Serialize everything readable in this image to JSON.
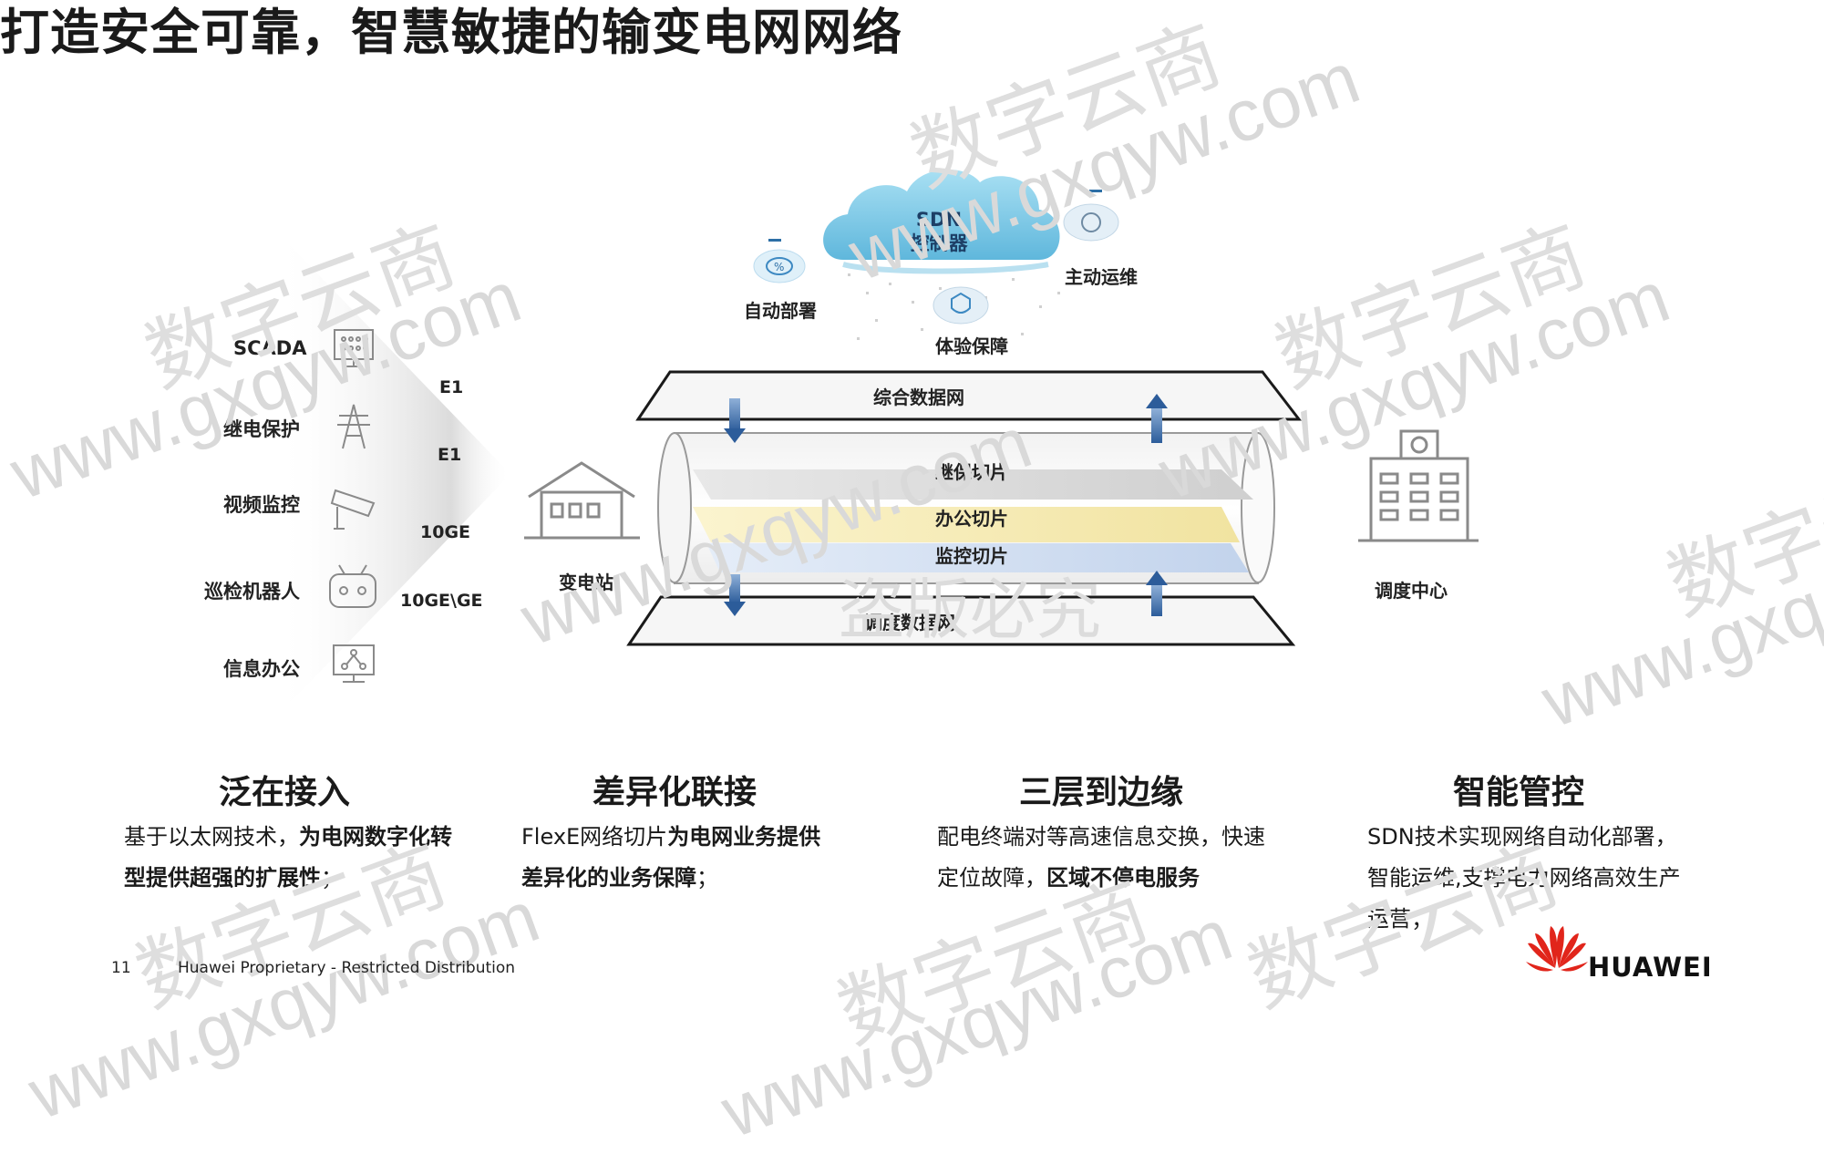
{
  "title": "打造安全可靠，智慧敏捷的输变电网网络",
  "watermarks": {
    "brand": "数字云商",
    "domain": "www.gxqyw.com",
    "domain_short": "www.gxq",
    "seal": "盗版必究"
  },
  "diagram": {
    "sdn_cloud": {
      "line1": "SDN",
      "line2": "控制器"
    },
    "auto_deploy": "自动部署",
    "proactive_om": "主动运维",
    "experience": "体验保障",
    "integrated_net": "综合数据网",
    "dispatch_net": "调度数据网",
    "slices": [
      "继保切片",
      "办公切片",
      "监控切片"
    ],
    "substation": "变电站",
    "dispatch_center": "调度中心",
    "services": [
      {
        "label": "SCADA",
        "icon": "monitor-icon"
      },
      {
        "label": "继电保护",
        "icon": "power-tower-icon"
      },
      {
        "label": "视频监控",
        "icon": "camera-icon"
      },
      {
        "label": "巡检机器人",
        "icon": "robot-icon"
      },
      {
        "label": "信息办公",
        "icon": "office-screen-icon"
      }
    ],
    "interfaces": [
      "E1",
      "E1",
      "10GE",
      "10GE\\GE"
    ]
  },
  "features": [
    {
      "title": "泛在接入",
      "text_plain": "基于以太网技术，",
      "text_bold": "为电网数字化转型提供超强的扩展性",
      "text_tail": "；"
    },
    {
      "title": "差异化联接",
      "text_plain": "FlexE网络切片",
      "text_bold": "为电网业务提供差异化的业务保障",
      "text_tail": "；"
    },
    {
      "title": "三层到边缘",
      "text_plain": "配电终端对等高速信息交换，快速定位故障，",
      "text_bold": "区域不停电服务",
      "text_tail": ""
    },
    {
      "title": "智能管控",
      "text_plain": "SDN技术实现网络自动化部署，智能运维,支撑电力网络高效生产运营；",
      "text_bold": "",
      "text_tail": ""
    }
  ],
  "footer": {
    "page": "11",
    "classification": "Huawei Proprietary - Restricted Distribution",
    "brand": "HUAWEI"
  },
  "colors": {
    "huawei_red": "#e1251b",
    "cloud_blue": "#6fc3e3",
    "arrow_blue": "#2c5c9a",
    "slice_yellow": "#f3e7a8",
    "slice_blue": "#c8d8ef"
  }
}
